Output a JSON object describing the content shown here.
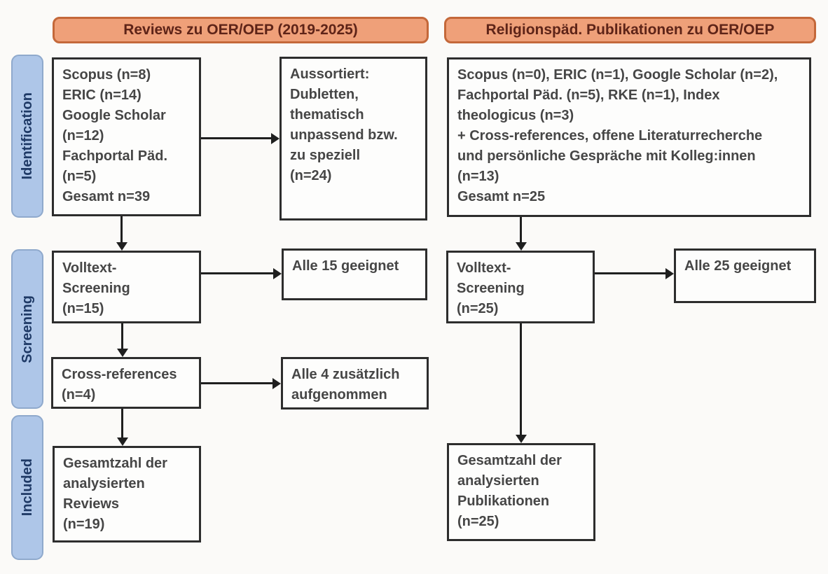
{
  "diagram": {
    "columns": [
      {
        "header": "Reviews zu OER/OEP (2019-2025)"
      },
      {
        "header": "Religionspäd. Publikationen zu OER/OEP"
      }
    ],
    "stages": [
      {
        "label": "Identification"
      },
      {
        "label": "Screening"
      },
      {
        "label": "Included"
      }
    ],
    "boxes": {
      "left_sources": "Scopus (n=8)\nERIC (n=14)\nGoogle Scholar\n(n=12)\nFachportal Päd.\n(n=5)\nGesamt n=39",
      "left_excluded": "Aussortiert:\nDubletten,\nthematisch\nunpassend bzw.\nzu speziell\n(n=24)",
      "left_fulltext": "Volltext-\nScreening\n(n=15)",
      "left_fulltext_result": "Alle 15 geeignet",
      "left_crossref": "Cross-references\n(n=4)",
      "left_crossref_result": "Alle 4 zusätzlich\naufgenommen",
      "left_included": "Gesamtzahl der\nanalysierten\nReviews\n(n=19)",
      "right_sources": "Scopus (n=0), ERIC (n=1), Google Scholar (n=2),\nFachportal Päd. (n=5), RKE (n=1), Index\ntheologicus (n=3)\n+ Cross-references, offene Literaturrecherche\nund persönliche Gespräche mit Kolleg:innen\n(n=13)\nGesamt n=25",
      "right_fulltext": "Volltext-\nScreening\n(n=25)",
      "right_fulltext_result": "Alle 25 geeignet",
      "right_included": "Gesamtzahl der\nanalysierten\nPublikationen\n(n=25)"
    },
    "colors": {
      "header_fill": "#efa079",
      "header_border": "#c4683a",
      "header_text": "#5e2418",
      "stage_fill": "#aec6e8",
      "stage_border": "#8fa9cc",
      "stage_text": "#1f3a66",
      "box_border": "#2d2d2d",
      "box_text": "#464646",
      "arrow": "#1f1f1f"
    }
  }
}
